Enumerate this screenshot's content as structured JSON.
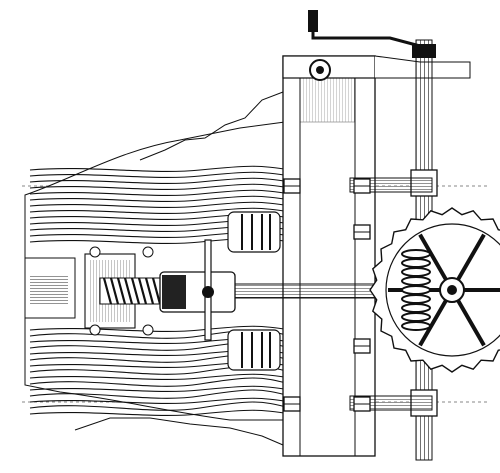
{
  "figure": {
    "colors": {
      "ink": "#111111",
      "paper": "#ffffff",
      "shade": "#2a2a2a"
    },
    "parts": [
      "timber-beam",
      "bearing-block",
      "vertical-shaft",
      "crank-handle",
      "worm-gear-wheel",
      "worm-screw",
      "horizontal-shaft",
      "sleeve-coupling",
      "bolt",
      "friction-roller"
    ]
  }
}
